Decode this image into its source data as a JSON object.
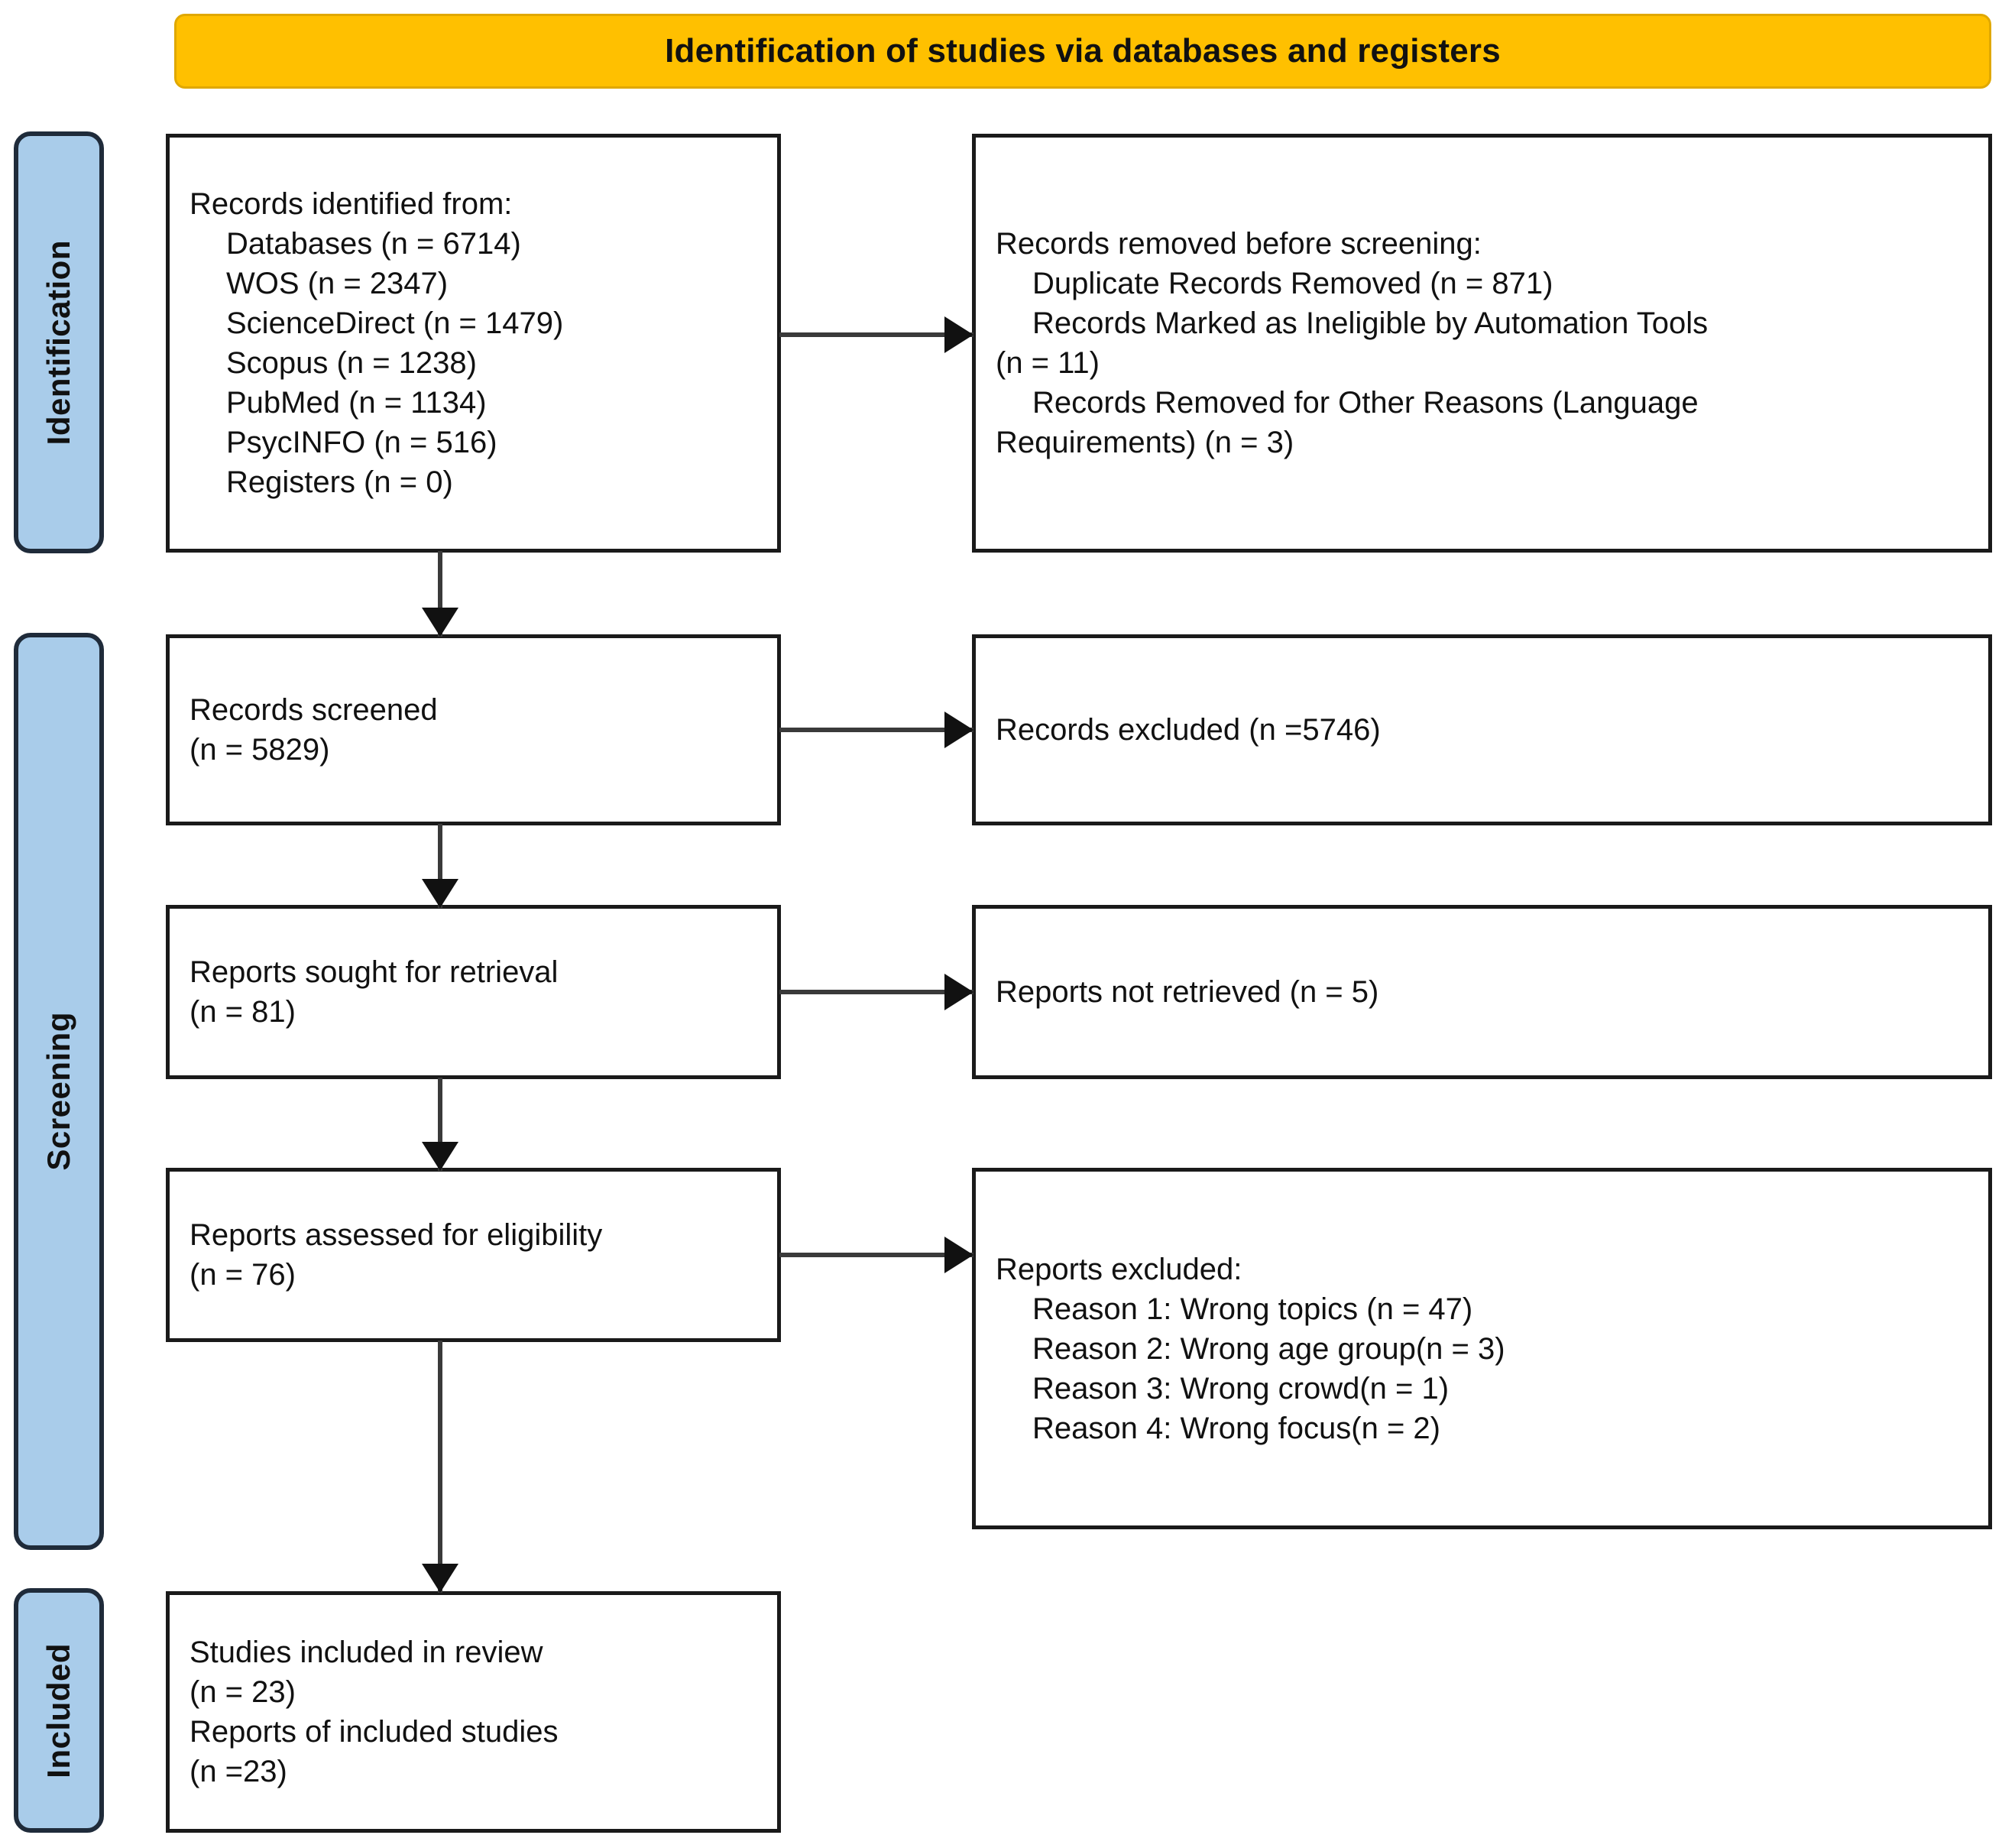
{
  "header": {
    "title": "Identification of studies via databases and registers",
    "background_color": "#FFC000"
  },
  "stages": {
    "identification": "Identification",
    "screening": "Screening",
    "included": "Included",
    "background_color": "#A9CCEA"
  },
  "flow": {
    "identified": {
      "title": "Records identified from:",
      "items": [
        "Databases (n = 6714)",
        "WOS (n = 2347)",
        "ScienceDirect (n = 1479)",
        "Scopus (n = 1238)",
        "PubMed (n = 1134)",
        "PsycINFO (n = 516)",
        "Registers (n = 0)"
      ]
    },
    "removed": {
      "title": "Records removed before screening:",
      "items": [
        "Duplicate Records Removed (n = 871)",
        "Records Marked as Ineligible by Automation Tools",
        "(n = 11)",
        "Records Removed for Other Reasons (Language",
        "Requirements) (n = 3)"
      ]
    },
    "screened": {
      "line1": "Records screened",
      "line2": "(n = 5829)"
    },
    "excluded_records": {
      "line1": "Records excluded (n =5746)"
    },
    "sought": {
      "line1": "Reports sought for retrieval",
      "line2": "(n = 81)"
    },
    "not_retrieved": {
      "line1": "Reports not retrieved (n = 5)"
    },
    "assessed": {
      "line1": "Reports assessed for eligibility",
      "line2": "(n = 76)"
    },
    "excluded_reports": {
      "title": "Reports excluded:",
      "items": [
        "Reason 1: Wrong topics (n = 47)",
        "Reason 2: Wrong age group(n = 3)",
        "Reason 3: Wrong crowd(n = 1)",
        "Reason 4: Wrong focus(n = 2)"
      ]
    },
    "included": {
      "line1": "Studies included in review",
      "line2": "(n = 23)",
      "line3": "Reports of included studies",
      "line4": "(n =23)"
    }
  }
}
